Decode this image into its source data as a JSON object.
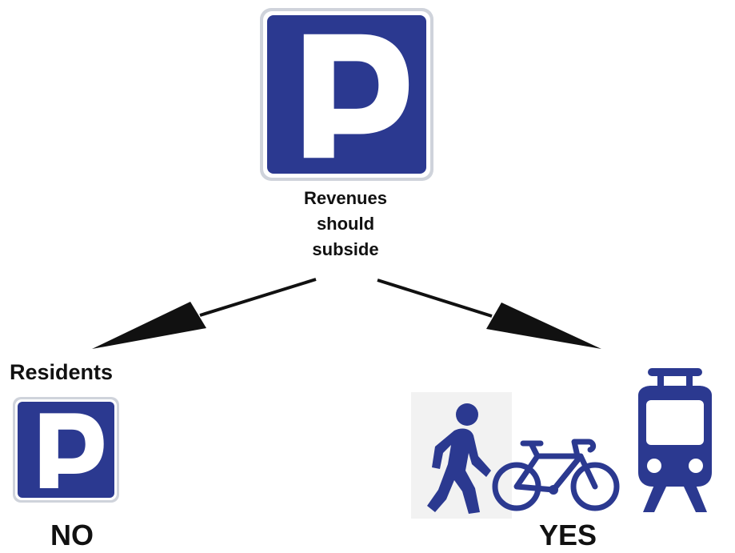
{
  "colors": {
    "sign_blue": "#2b3990",
    "sign_border": "#cfd3db",
    "text": "#111111",
    "arrow": "#111111"
  },
  "top": {
    "icon": "parking-sign-icon",
    "caption_line1": "Revenues",
    "caption_line2": "should",
    "caption_line3": "subside"
  },
  "left": {
    "title": "Residents",
    "icon": "parking-sign-icon",
    "verdict": "NO"
  },
  "right": {
    "icons": [
      "pedestrian-icon",
      "bicycle-icon",
      "tram-icon"
    ],
    "verdict": "YES"
  }
}
